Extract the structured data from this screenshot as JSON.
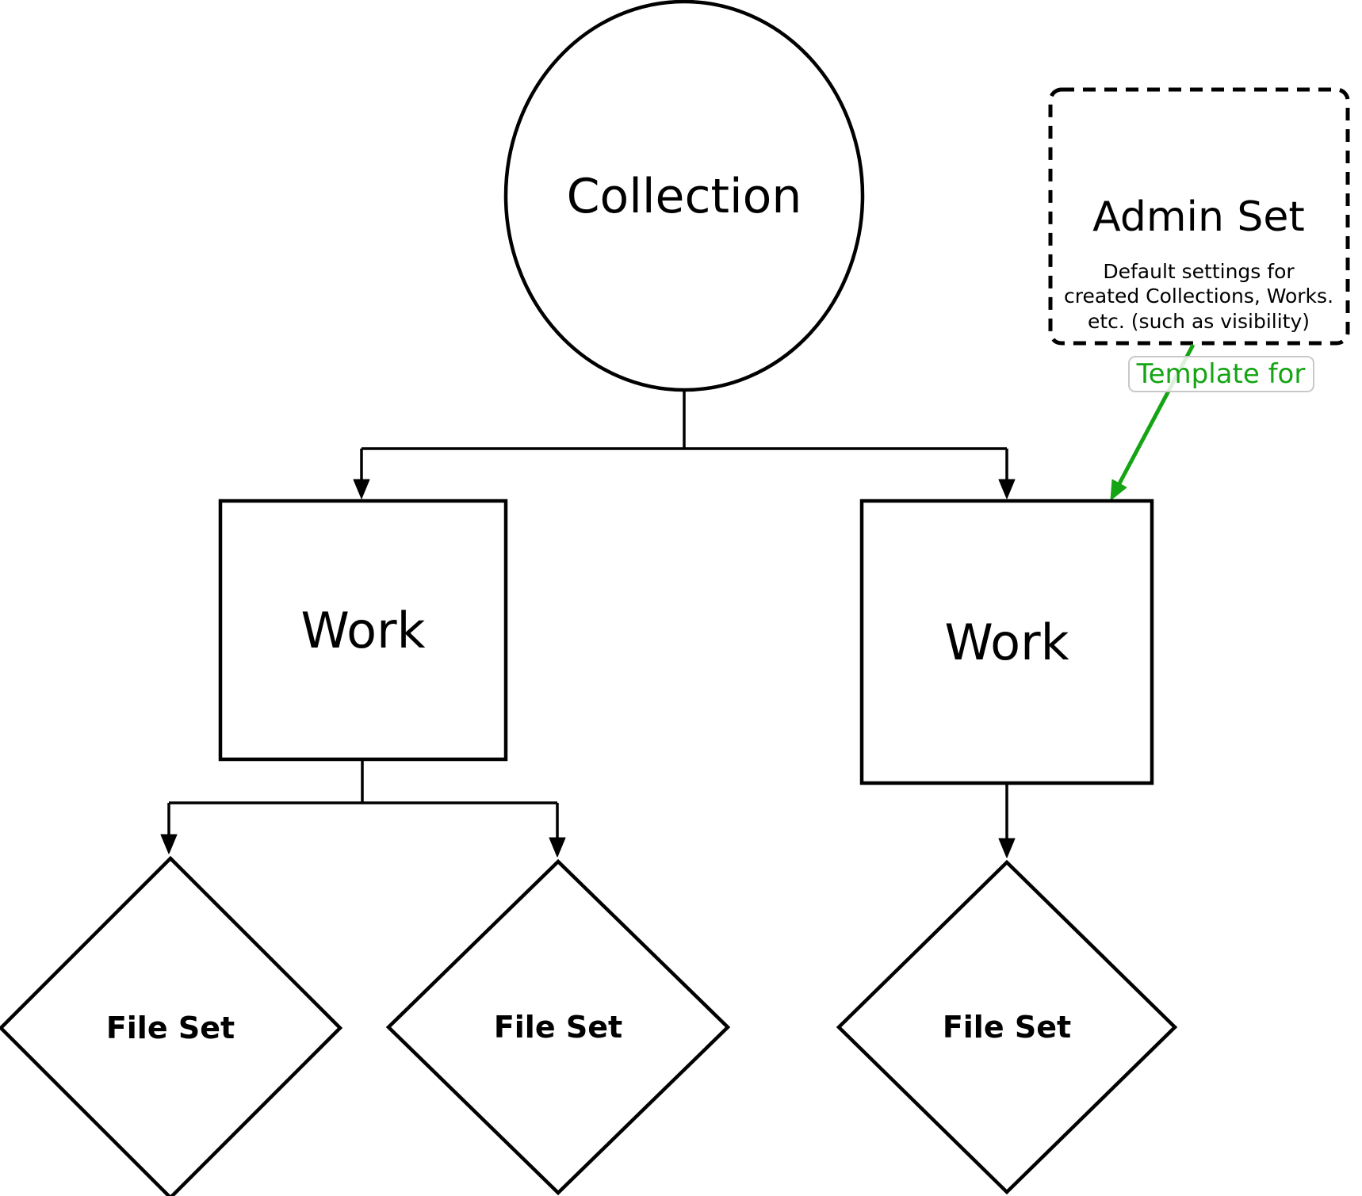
{
  "nodes": {
    "collection": {
      "label": "Collection",
      "shape": "circle"
    },
    "work_left": {
      "label": "Work",
      "shape": "square"
    },
    "work_right": {
      "label": "Work",
      "shape": "square"
    },
    "file_set_1": {
      "label": "File Set",
      "shape": "diamond"
    },
    "file_set_2": {
      "label": "File Set",
      "shape": "diamond"
    },
    "file_set_3": {
      "label": "File Set",
      "shape": "diamond"
    },
    "admin_set": {
      "title": "Admin Set",
      "shape": "dashed-rounded-box",
      "description_lines": [
        "Default settings for",
        "created Collections, Works.",
        "etc. (such as visibility)"
      ]
    }
  },
  "annotation": {
    "label": "Template for",
    "arrow_target": "work_right"
  },
  "colors": {
    "stroke": "#000000",
    "background": "#ffffff",
    "annotation_green": "#14a414",
    "label_border": "#c8c8c8"
  }
}
